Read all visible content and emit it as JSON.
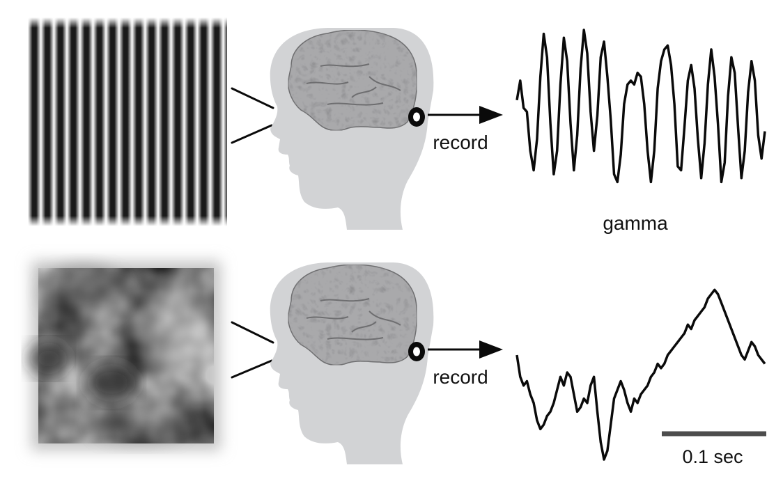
{
  "panels": [
    {
      "stimulus": "grating",
      "record_label": "record",
      "signal_label": "gamma",
      "trace": [
        0.1,
        0.35,
        0.0,
        -0.05,
        -0.55,
        -0.8,
        -0.4,
        0.4,
        0.95,
        0.65,
        -0.2,
        -0.85,
        -0.55,
        0.3,
        0.9,
        0.6,
        -0.2,
        -0.8,
        -0.35,
        0.5,
        1.0,
        0.7,
        -0.05,
        -0.55,
        -0.1,
        0.65,
        0.85,
        0.4,
        -0.15,
        -0.85,
        -0.95,
        -0.6,
        0.05,
        0.3,
        0.35,
        0.3,
        0.45,
        0.4,
        0.05,
        -0.55,
        -0.95,
        -0.55,
        0.25,
        0.6,
        0.75,
        0.8,
        0.55,
        0.05,
        -0.75,
        -0.8,
        -0.25,
        0.35,
        0.55,
        0.25,
        -0.4,
        -0.9,
        -0.45,
        0.3,
        0.75,
        0.4,
        -0.2,
        -0.95,
        -0.7,
        0.15,
        0.65,
        0.45,
        -0.25,
        -0.9,
        -0.55,
        0.2,
        0.6,
        0.35,
        -0.35,
        -0.65,
        -0.3
      ]
    },
    {
      "stimulus": "noise",
      "record_label": "record",
      "signal_label": "",
      "trace": [
        0.2,
        -0.05,
        -0.15,
        -0.1,
        -0.25,
        -0.35,
        -0.55,
        -0.65,
        -0.6,
        -0.5,
        -0.45,
        -0.35,
        -0.2,
        -0.05,
        -0.15,
        0.0,
        -0.05,
        -0.25,
        -0.45,
        -0.4,
        -0.3,
        -0.35,
        -0.15,
        -0.05,
        -0.45,
        -0.8,
        -1.0,
        -0.9,
        -0.6,
        -0.3,
        -0.2,
        -0.1,
        -0.2,
        -0.35,
        -0.45,
        -0.3,
        -0.35,
        -0.25,
        -0.2,
        -0.15,
        -0.05,
        0.0,
        0.1,
        0.05,
        0.1,
        0.2,
        0.25,
        0.3,
        0.35,
        0.4,
        0.45,
        0.55,
        0.5,
        0.6,
        0.65,
        0.7,
        0.75,
        0.85,
        0.9,
        0.95,
        0.9,
        0.8,
        0.7,
        0.6,
        0.5,
        0.4,
        0.3,
        0.2,
        0.15,
        0.25,
        0.35,
        0.3,
        0.2,
        0.15,
        0.1
      ]
    }
  ],
  "scale_bar": {
    "label": "0.1 sec"
  },
  "colors": {
    "head": "#d2d3d5",
    "brain_fill": "#a9a9ab",
    "brain_dark": "#6e6e70",
    "ink": "#0a0a0a",
    "scale_bar": "#4d4d4d"
  },
  "icons": [
    "eye-lines-icon",
    "electrode-icon",
    "arrow-right-icon",
    "brain-icon",
    "head-icon"
  ]
}
